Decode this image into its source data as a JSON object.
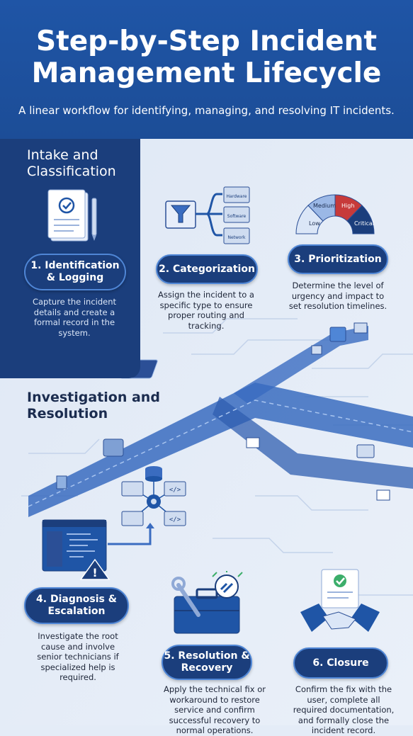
{
  "header": {
    "title_line1": "Step-by-Step Incident",
    "title_line2": "Management Lifecycle",
    "subtitle": "A linear workflow for identifying, managing, and resolving IT incidents."
  },
  "sections": {
    "intake": "Intake and Classification",
    "investigation": "Investigation and Resolution"
  },
  "steps": [
    {
      "label": "1. Identification & Logging",
      "description": "Capture the incident details and create a formal record in the system."
    },
    {
      "label": "2. Categorization",
      "description": "Assign the incident to a specific type to ensure proper routing and tracking."
    },
    {
      "label": "3. Prioritization",
      "description": "Determine the level of urgency and impact to set resolution timelines."
    },
    {
      "label": "4. Diagnosis & Escalation",
      "description": "Investigate the root cause and involve senior technicians if specialized help is required."
    },
    {
      "label": "5. Resolution & Recovery",
      "description": "Apply the technical fix or workaround to restore service and confirm successful recovery to normal operations."
    },
    {
      "label": "6. Closure",
      "description": "Confirm the fix with the user, complete all required documentation, and formally close the incident record."
    }
  ],
  "categories": [
    "Hardware",
    "Software",
    "Network"
  ],
  "priority_levels": [
    "Low",
    "Medium",
    "High",
    "Critical"
  ],
  "colors": {
    "primary": "#1f55a6",
    "dark": "#1b3e7c",
    "accent": "#4f86d6",
    "high": "#c73a3a"
  }
}
